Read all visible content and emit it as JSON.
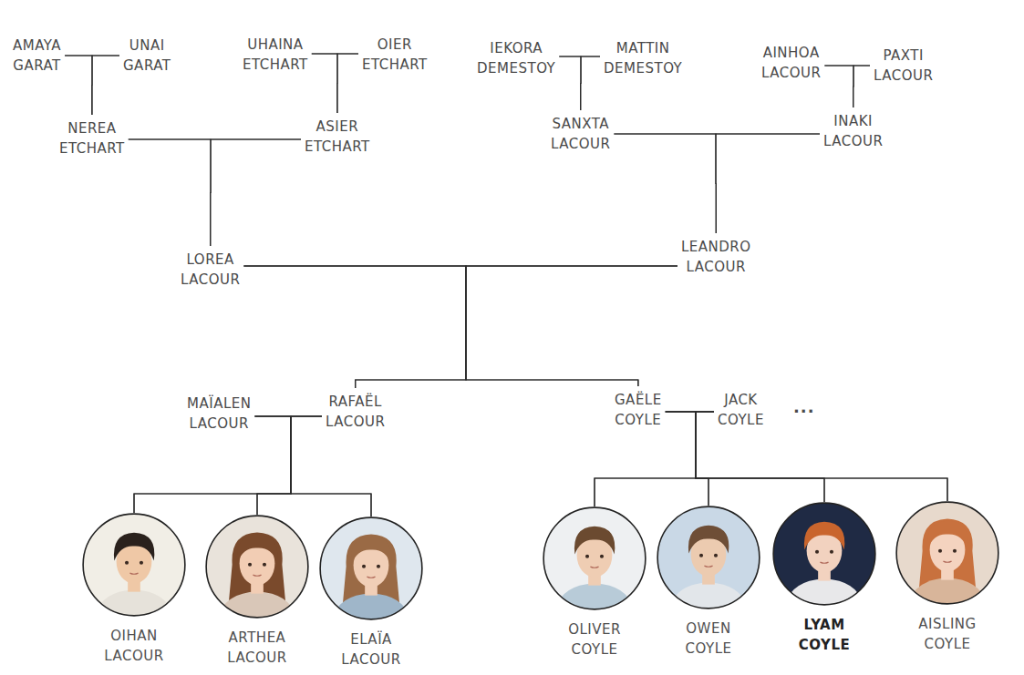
{
  "diagram": {
    "nodes": [
      {
        "text": [
          "AMAYA GARAT"
        ]
      },
      {
        "text": [
          "UNAI GARAT"
        ]
      },
      {
        "text": [
          "UHAINA ETCHART"
        ]
      },
      {
        "text": [
          "OIER ETCHART"
        ]
      },
      {
        "text": [
          "IEKORA DEMESTOY"
        ]
      },
      {
        "text": [
          "MATTIN DEMESTOY"
        ]
      },
      {
        "text": [
          "AINHOA LACOUR"
        ]
      },
      {
        "text": [
          "PAXTI LACOUR"
        ]
      },
      {
        "text": [
          "NEREA ETCHART"
        ]
      },
      {
        "text": [
          "ASIER ETCHART"
        ]
      },
      {
        "text": [
          "SANXTA LACOUR"
        ]
      },
      {
        "text": [
          "INAKI LACOUR"
        ]
      },
      {
        "text": [
          "LOREA LACOUR"
        ]
      },
      {
        "text": [
          "LEANDRO LACOUR"
        ]
      },
      {
        "text": [
          "MAÏALEN LACOUR"
        ]
      },
      {
        "text": [
          "RAFAËL LACOUR"
        ]
      },
      {
        "text": [
          "GAËLE COYLE"
        ]
      },
      {
        "text": [
          "JACK COYLE"
        ]
      },
      {
        "text": [
          "OIHAN LACOUR"
        ]
      },
      {
        "text": [
          "ARTHEA LACOUR"
        ]
      },
      {
        "text": [
          "ELAÏA LACOUR"
        ]
      },
      {
        "text": [
          "OLIVER COYLE"
        ]
      },
      {
        "text": [
          "OWEN COYLE"
        ]
      },
      {
        "text": [
          "LYAM COYLE"
        ]
      },
      {
        "text": [
          "AISLING COYLE"
        ]
      }
    ],
    "edges": [
      {
        "from": 0,
        "to": 1,
        "arrow": "none"
      },
      {
        "from": 0,
        "to": 8,
        "arrow": "none"
      },
      {
        "from": 1,
        "to": 8,
        "arrow": "none"
      },
      {
        "from": 2,
        "to": 3,
        "arrow": "none"
      },
      {
        "from": 2,
        "to": 9,
        "arrow": "none"
      },
      {
        "from": 3,
        "to": 9,
        "arrow": "none"
      },
      {
        "from": 4,
        "to": 5,
        "arrow": "none"
      },
      {
        "from": 4,
        "to": 10,
        "arrow": "none"
      },
      {
        "from": 5,
        "to": 10,
        "arrow": "none"
      },
      {
        "from": 6,
        "to": 7,
        "arrow": "none"
      },
      {
        "from": 6,
        "to": 11,
        "arrow": "none"
      },
      {
        "from": 7,
        "to": 11,
        "arrow": "none"
      },
      {
        "from": 8,
        "to": 9,
        "arrow": "none"
      },
      {
        "from": 8,
        "to": 12,
        "arrow": "none"
      },
      {
        "from": 9,
        "to": 12,
        "arrow": "none"
      },
      {
        "from": 10,
        "to": 11,
        "arrow": "none"
      },
      {
        "from": 10,
        "to": 13,
        "arrow": "none"
      },
      {
        "from": 11,
        "to": 13,
        "arrow": "none"
      },
      {
        "from": 12,
        "to": 13,
        "arrow": "none"
      },
      {
        "from": 12,
        "to": 15,
        "arrow": "none"
      },
      {
        "from": 12,
        "to": 16,
        "arrow": "none"
      },
      {
        "from": 13,
        "to": 15,
        "arrow": "none"
      },
      {
        "from": 13,
        "to": 16,
        "arrow": "none"
      },
      {
        "from": 14,
        "to": 15,
        "arrow": "none"
      },
      {
        "from": 14,
        "to": 18,
        "arrow": "none"
      },
      {
        "from": 14,
        "to": 19,
        "arrow": "none"
      },
      {
        "from": 14,
        "to": 20,
        "arrow": "none"
      },
      {
        "from": 15,
        "to": 18,
        "arrow": "none"
      },
      {
        "from": 15,
        "to": 19,
        "arrow": "none"
      },
      {
        "from": 15,
        "to": 20,
        "arrow": "none"
      },
      {
        "from": 16,
        "to": 17,
        "arrow": "none"
      },
      {
        "from": 16,
        "to": 21,
        "arrow": "none"
      },
      {
        "from": 16,
        "to": 22,
        "arrow": "none"
      },
      {
        "from": 16,
        "to": 23,
        "arrow": "none"
      },
      {
        "from": 16,
        "to": 24,
        "arrow": "none"
      },
      {
        "from": 17,
        "to": 21,
        "arrow": "none"
      },
      {
        "from": 17,
        "to": 22,
        "arrow": "none"
      },
      {
        "from": 17,
        "to": 23,
        "arrow": "none"
      },
      {
        "from": 17,
        "to": 24,
        "arrow": "none"
      }
    ],
    "labels": [
      "..."
    ]
  }
}
